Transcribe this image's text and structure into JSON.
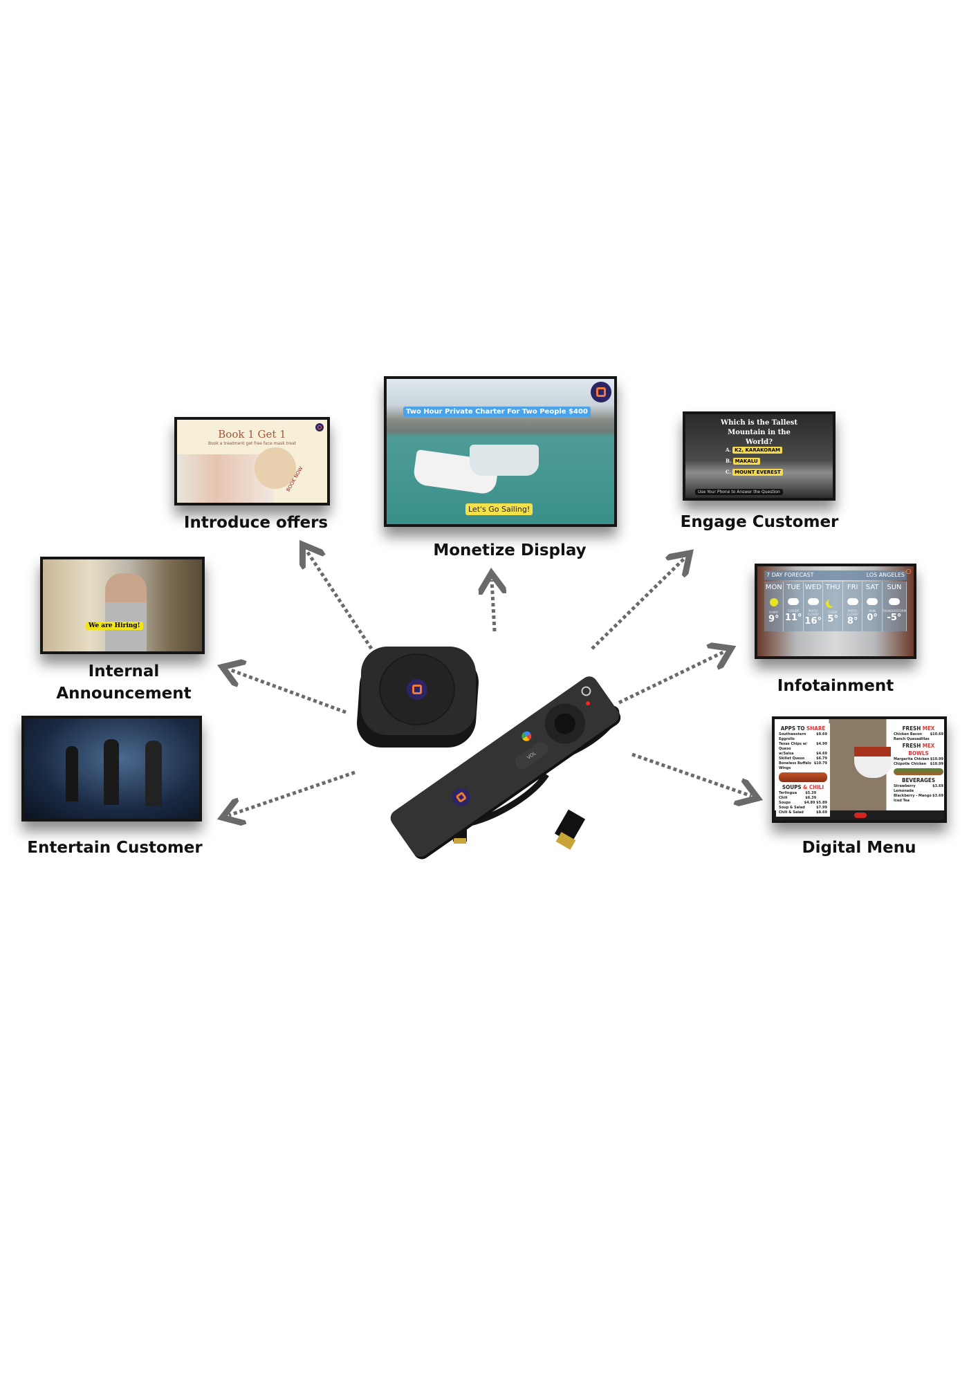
{
  "colors": {
    "accent_yellow": "#f5e14a",
    "accent_blue": "#4aa3e8",
    "brand_logo": "#2d2466",
    "brand_orange": "#f07a3a",
    "arrow": "#6a6a6a"
  },
  "features": {
    "monetize": {
      "label": "Monetize Display",
      "banner": "Two Hour Private Charter For Two People $400",
      "cta": "Let's Go Sailing!"
    },
    "offers": {
      "label": "Introduce offers",
      "title": "Book 1 Get 1",
      "subtitle": "Book a treatment get free face mask treat",
      "cta": "BOOK NOW"
    },
    "engage": {
      "label": "Engage Customer",
      "question": "Which is the Tallest Mountain  in the World?",
      "options": [
        {
          "letter": "A.",
          "text": "K2, KARAKORAM"
        },
        {
          "letter": "B.",
          "text": "MAKALU"
        },
        {
          "letter": "C.",
          "text": "MOUNT EVEREST"
        }
      ],
      "footer": "Use Your Phone to Answer the Question"
    },
    "internal": {
      "label_line1": "Internal",
      "label_line2": "Announcement",
      "badge": "We are Hiring!"
    },
    "infotainment": {
      "label": "Infotainment",
      "title": "7 DAY FORECAST",
      "city": "LOS ANGELES",
      "days": [
        {
          "day": "MON",
          "cond": "SUNNY",
          "temp": "9°",
          "icon": "sun"
        },
        {
          "day": "TUE",
          "cond": "CLOUDY",
          "temp": "11°",
          "icon": "cloud"
        },
        {
          "day": "WED",
          "cond": "PARTLY CLOUDY",
          "temp": "16°",
          "icon": "cloud"
        },
        {
          "day": "THU",
          "cond": "CLEAR",
          "temp": "5°",
          "icon": "moon"
        },
        {
          "day": "FRI",
          "cond": "PARTLY CLOUDY",
          "temp": "8°",
          "icon": "cloud"
        },
        {
          "day": "SAT",
          "cond": "RAIN",
          "temp": "0°",
          "icon": "cloud"
        },
        {
          "day": "SUN",
          "cond": "THUNDERSTORM",
          "temp": "-5°",
          "icon": "cloud"
        }
      ]
    },
    "entertain": {
      "label": "Entertain Customer"
    },
    "menu": {
      "label": "Digital Menu",
      "apps": {
        "h1": "APPS TO ",
        "h2": "SHARE",
        "items": [
          [
            "Southwestern Eggrolls",
            "$9.69"
          ],
          [
            "Texas Chips w/ Queso",
            "$4.99"
          ],
          [
            "w/Salsa",
            "$4.69"
          ],
          [
            "Skillet Queso",
            "$6.79"
          ],
          [
            "Boneless Buffalo Wings",
            "$10.79"
          ]
        ]
      },
      "soups": {
        "h1": "SOUPS ",
        "h2": "& CHILI",
        "items": [
          [
            "Terlingua Chili",
            "$5.39  $6.39"
          ],
          [
            "Soups",
            "$4.89  $5.89"
          ],
          [
            "Soup & Salad",
            "$7.99"
          ],
          [
            "Chili & Salad",
            "$8.69"
          ]
        ]
      },
      "mex": {
        "h1": "FRESH ",
        "h2": "MEX",
        "items": [
          [
            "Chicken Bacon Ranch Quesadillas",
            "$10.69"
          ]
        ]
      },
      "bowls": {
        "h1": "FRESH ",
        "h2": "MEX BOWLS",
        "items": [
          [
            "Margarita Chicken",
            "$10.99"
          ],
          [
            "Chipotle Chicken",
            "$10.99"
          ]
        ]
      },
      "bev": {
        "h1": "BEVERAGES",
        "items": [
          [
            "Strawberry Lemonade",
            "$3.69"
          ],
          [
            "Blackberry - Mango Iced Tea",
            "$3.69"
          ]
        ]
      }
    }
  },
  "remote": {
    "vol_label": "VOL"
  }
}
